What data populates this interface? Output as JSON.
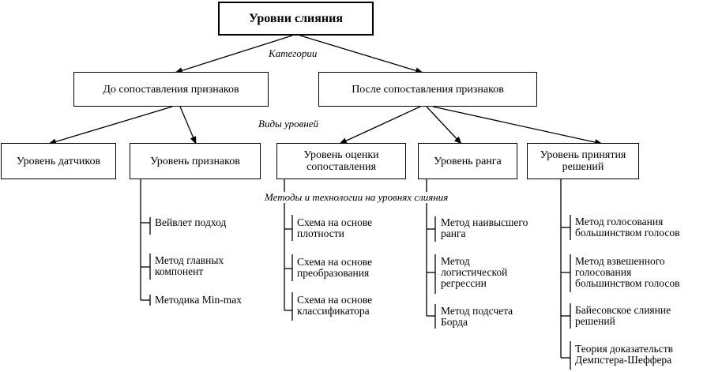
{
  "root": {
    "label": "Уровни слияния"
  },
  "captions": {
    "categories": "Категории",
    "level_types": "Виды уровней",
    "methods": "Методы и технологии на уровнях слияния"
  },
  "categories": [
    {
      "label": "До сопоставления признаков"
    },
    {
      "label": "После сопоставления признаков"
    }
  ],
  "levels": [
    {
      "label": "Уровень датчиков"
    },
    {
      "label": "Уровень признаков",
      "methods": [
        "Вейвлет подход",
        "Метод главных\nкомпонент",
        "Методика Min-max"
      ]
    },
    {
      "label": "Уровень оценки\nсопоставления",
      "methods": [
        "Схема на основе\nплотности",
        "Схема на основе\nпреобразования",
        "Схема на основе\nклассификатора"
      ]
    },
    {
      "label": "Уровень ранга",
      "methods": [
        "Метод наивысшего\nранга",
        "Метод\nлогистической\nрегрессии",
        "Метод подсчета\nБорда"
      ]
    },
    {
      "label": "Уровень принятия\nрешений",
      "methods": [
        "Метод голосования\nбольшинством голосов",
        "Метод взвешенного\nголосования\nбольшинством голосов",
        "Байесовское слияние\nрешений",
        "Теория доказательств\nДемпстера-Шеффера"
      ]
    }
  ]
}
